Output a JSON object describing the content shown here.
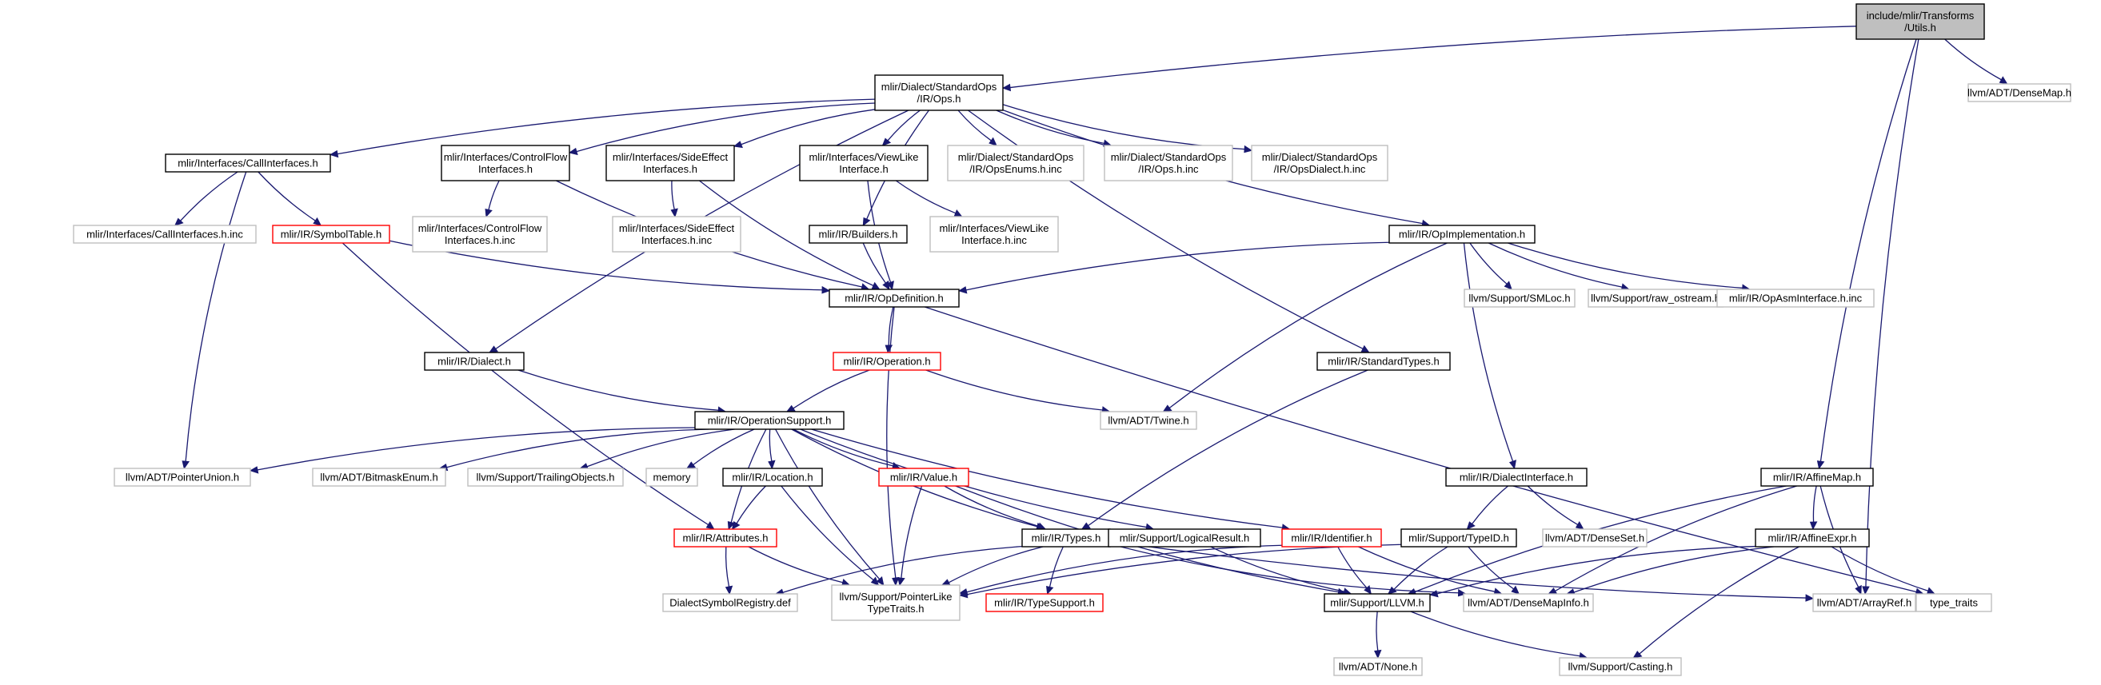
{
  "colors": {
    "edge": "#191970",
    "text": "#000000",
    "border_normal": "#000000",
    "border_external": "#bfbfbf",
    "border_truncated": "#ff0000",
    "fill_root": "#bfbfbf",
    "fill_normal": "#ffffff"
  },
  "nodes": [
    {
      "id": "utils",
      "lines": [
        "include/mlir/Transforms",
        "/Utils.h"
      ],
      "kind": "root"
    },
    {
      "id": "ops",
      "lines": [
        "mlir/Dialect/StandardOps",
        "/IR/Ops.h"
      ],
      "kind": "normal"
    },
    {
      "id": "densemap",
      "lines": [
        "llvm/ADT/DenseMap.h"
      ],
      "kind": "external"
    },
    {
      "id": "callif",
      "lines": [
        "mlir/Interfaces/CallInterfaces.h"
      ],
      "kind": "normal"
    },
    {
      "id": "cfif",
      "lines": [
        "mlir/Interfaces/ControlFlow",
        "Interfaces.h"
      ],
      "kind": "normal"
    },
    {
      "id": "seif",
      "lines": [
        "mlir/Interfaces/SideEffect",
        "Interfaces.h"
      ],
      "kind": "normal"
    },
    {
      "id": "vlif",
      "lines": [
        "mlir/Interfaces/ViewLike",
        "Interface.h"
      ],
      "kind": "normal"
    },
    {
      "id": "opsenums",
      "lines": [
        "mlir/Dialect/StandardOps",
        "/IR/OpsEnums.h.inc"
      ],
      "kind": "external"
    },
    {
      "id": "opsinc",
      "lines": [
        "mlir/Dialect/StandardOps",
        "/IR/Ops.h.inc"
      ],
      "kind": "external"
    },
    {
      "id": "opsdialect",
      "lines": [
        "mlir/Dialect/StandardOps",
        "/IR/OpsDialect.h.inc"
      ],
      "kind": "external"
    },
    {
      "id": "callifinc",
      "lines": [
        "mlir/Interfaces/CallInterfaces.h.inc"
      ],
      "kind": "external"
    },
    {
      "id": "symtab",
      "lines": [
        "mlir/IR/SymbolTable.h"
      ],
      "kind": "truncated"
    },
    {
      "id": "cfifinc",
      "lines": [
        "mlir/Interfaces/ControlFlow",
        "Interfaces.h.inc"
      ],
      "kind": "external"
    },
    {
      "id": "seifinc",
      "lines": [
        "mlir/Interfaces/SideEffect",
        "Interfaces.h.inc"
      ],
      "kind": "external"
    },
    {
      "id": "builders",
      "lines": [
        "mlir/IR/Builders.h"
      ],
      "kind": "normal"
    },
    {
      "id": "vlifinc",
      "lines": [
        "mlir/Interfaces/ViewLike",
        "Interface.h.inc"
      ],
      "kind": "external"
    },
    {
      "id": "opimpl",
      "lines": [
        "mlir/IR/OpImplementation.h"
      ],
      "kind": "normal"
    },
    {
      "id": "smloc",
      "lines": [
        "llvm/Support/SMLoc.h"
      ],
      "kind": "external"
    },
    {
      "id": "rawos",
      "lines": [
        "llvm/Support/raw_ostream.h"
      ],
      "kind": "external"
    },
    {
      "id": "opasm",
      "lines": [
        "mlir/IR/OpAsmInterface.h.inc"
      ],
      "kind": "external"
    },
    {
      "id": "opdef",
      "lines": [
        "mlir/IR/OpDefinition.h"
      ],
      "kind": "normal"
    },
    {
      "id": "dialect",
      "lines": [
        "mlir/IR/Dialect.h"
      ],
      "kind": "normal"
    },
    {
      "id": "operation",
      "lines": [
        "mlir/IR/Operation.h"
      ],
      "kind": "truncated"
    },
    {
      "id": "stdtypes",
      "lines": [
        "mlir/IR/StandardTypes.h"
      ],
      "kind": "normal"
    },
    {
      "id": "opsupport",
      "lines": [
        "mlir/IR/OperationSupport.h"
      ],
      "kind": "normal"
    },
    {
      "id": "twine",
      "lines": [
        "llvm/ADT/Twine.h"
      ],
      "kind": "external"
    },
    {
      "id": "ptrunion",
      "lines": [
        "llvm/ADT/PointerUnion.h"
      ],
      "kind": "external"
    },
    {
      "id": "bitmask",
      "lines": [
        "llvm/ADT/BitmaskEnum.h"
      ],
      "kind": "external"
    },
    {
      "id": "trailing",
      "lines": [
        "llvm/Support/TrailingObjects.h"
      ],
      "kind": "external"
    },
    {
      "id": "memory",
      "lines": [
        "memory"
      ],
      "kind": "external"
    },
    {
      "id": "location",
      "lines": [
        "mlir/IR/Location.h"
      ],
      "kind": "normal"
    },
    {
      "id": "value",
      "lines": [
        "mlir/IR/Value.h"
      ],
      "kind": "truncated"
    },
    {
      "id": "dialectif",
      "lines": [
        "mlir/IR/DialectInterface.h"
      ],
      "kind": "normal"
    },
    {
      "id": "affinemap",
      "lines": [
        "mlir/IR/AffineMap.h"
      ],
      "kind": "normal"
    },
    {
      "id": "attrs",
      "lines": [
        "mlir/IR/Attributes.h"
      ],
      "kind": "truncated"
    },
    {
      "id": "types",
      "lines": [
        "mlir/IR/Types.h"
      ],
      "kind": "normal"
    },
    {
      "id": "logical",
      "lines": [
        "mlir/Support/LogicalResult.h"
      ],
      "kind": "normal"
    },
    {
      "id": "identifier",
      "lines": [
        "mlir/IR/Identifier.h"
      ],
      "kind": "truncated"
    },
    {
      "id": "typeid",
      "lines": [
        "mlir/Support/TypeID.h"
      ],
      "kind": "normal"
    },
    {
      "id": "denseset",
      "lines": [
        "llvm/ADT/DenseSet.h"
      ],
      "kind": "external"
    },
    {
      "id": "affineexpr",
      "lines": [
        "mlir/IR/AffineExpr.h"
      ],
      "kind": "normal"
    },
    {
      "id": "dsr",
      "lines": [
        "DialectSymbolRegistry.def"
      ],
      "kind": "external"
    },
    {
      "id": "ptrlike",
      "lines": [
        "llvm/Support/PointerLike",
        "TypeTraits.h"
      ],
      "kind": "external"
    },
    {
      "id": "typesupport",
      "lines": [
        "mlir/IR/TypeSupport.h"
      ],
      "kind": "truncated"
    },
    {
      "id": "llvmh",
      "lines": [
        "mlir/Support/LLVM.h"
      ],
      "kind": "normal"
    },
    {
      "id": "densemapinfo",
      "lines": [
        "llvm/ADT/DenseMapInfo.h"
      ],
      "kind": "external"
    },
    {
      "id": "arrayref",
      "lines": [
        "llvm/ADT/ArrayRef.h"
      ],
      "kind": "external"
    },
    {
      "id": "typetraits",
      "lines": [
        "type_traits"
      ],
      "kind": "external"
    },
    {
      "id": "none",
      "lines": [
        "llvm/ADT/None.h"
      ],
      "kind": "external"
    },
    {
      "id": "casting",
      "lines": [
        "llvm/Support/Casting.h"
      ],
      "kind": "external"
    }
  ],
  "edges": [
    [
      "utils",
      "ops"
    ],
    [
      "utils",
      "densemap"
    ],
    [
      "utils",
      "affinemap"
    ],
    [
      "utils",
      "arrayref"
    ],
    [
      "ops",
      "callif"
    ],
    [
      "ops",
      "cfif"
    ],
    [
      "ops",
      "seif"
    ],
    [
      "ops",
      "vlif"
    ],
    [
      "ops",
      "builders"
    ],
    [
      "ops",
      "opsenums"
    ],
    [
      "ops",
      "opsinc"
    ],
    [
      "ops",
      "opsdialect"
    ],
    [
      "ops",
      "opimpl"
    ],
    [
      "ops",
      "stdtypes"
    ],
    [
      "ops",
      "dialect"
    ],
    [
      "callif",
      "callifinc"
    ],
    [
      "callif",
      "symtab"
    ],
    [
      "callif",
      "ptrunion"
    ],
    [
      "cfif",
      "cfifinc"
    ],
    [
      "cfif",
      "opdef"
    ],
    [
      "seif",
      "seifinc"
    ],
    [
      "seif",
      "opdef"
    ],
    [
      "vlif",
      "vlifinc"
    ],
    [
      "vlif",
      "opdef"
    ],
    [
      "builders",
      "opdef"
    ],
    [
      "symtab",
      "opdef"
    ],
    [
      "symtab",
      "attrs"
    ],
    [
      "opimpl",
      "opdef"
    ],
    [
      "opimpl",
      "smloc"
    ],
    [
      "opimpl",
      "rawos"
    ],
    [
      "opimpl",
      "opasm"
    ],
    [
      "opimpl",
      "twine"
    ],
    [
      "opimpl",
      "dialectif"
    ],
    [
      "opdef",
      "operation"
    ],
    [
      "opdef",
      "ptrlike"
    ],
    [
      "opdef",
      "typetraits"
    ],
    [
      "dialect",
      "opsupport"
    ],
    [
      "operation",
      "opsupport"
    ],
    [
      "operation",
      "twine"
    ],
    [
      "stdtypes",
      "types"
    ],
    [
      "opsupport",
      "ptrunion"
    ],
    [
      "opsupport",
      "bitmask"
    ],
    [
      "opsupport",
      "trailing"
    ],
    [
      "opsupport",
      "memory"
    ],
    [
      "opsupport",
      "location"
    ],
    [
      "opsupport",
      "value"
    ],
    [
      "opsupport",
      "attrs"
    ],
    [
      "opsupport",
      "types"
    ],
    [
      "opsupport",
      "logical"
    ],
    [
      "opsupport",
      "identifier"
    ],
    [
      "opsupport",
      "ptrlike"
    ],
    [
      "location",
      "attrs"
    ],
    [
      "location",
      "ptrlike"
    ],
    [
      "value",
      "types"
    ],
    [
      "value",
      "ptrlike"
    ],
    [
      "value",
      "llvmh"
    ],
    [
      "dialectif",
      "typeid"
    ],
    [
      "dialectif",
      "denseset"
    ],
    [
      "affinemap",
      "affineexpr"
    ],
    [
      "affinemap",
      "arrayref"
    ],
    [
      "affinemap",
      "llvmh"
    ],
    [
      "affinemap",
      "densemapinfo"
    ],
    [
      "attrs",
      "dsr"
    ],
    [
      "attrs",
      "ptrlike"
    ],
    [
      "types",
      "typesupport"
    ],
    [
      "types",
      "ptrlike"
    ],
    [
      "types",
      "dsr"
    ],
    [
      "types",
      "densemapinfo"
    ],
    [
      "types",
      "arrayref"
    ],
    [
      "logical",
      "llvmh"
    ],
    [
      "identifier",
      "llvmh"
    ],
    [
      "identifier",
      "densemapinfo"
    ],
    [
      "identifier",
      "ptrlike"
    ],
    [
      "typeid",
      "llvmh"
    ],
    [
      "typeid",
      "densemapinfo"
    ],
    [
      "typeid",
      "ptrlike"
    ],
    [
      "affineexpr",
      "llvmh"
    ],
    [
      "affineexpr",
      "densemapinfo"
    ],
    [
      "affineexpr",
      "casting"
    ],
    [
      "affineexpr",
      "typetraits"
    ],
    [
      "llvmh",
      "none"
    ],
    [
      "llvmh",
      "casting"
    ]
  ]
}
